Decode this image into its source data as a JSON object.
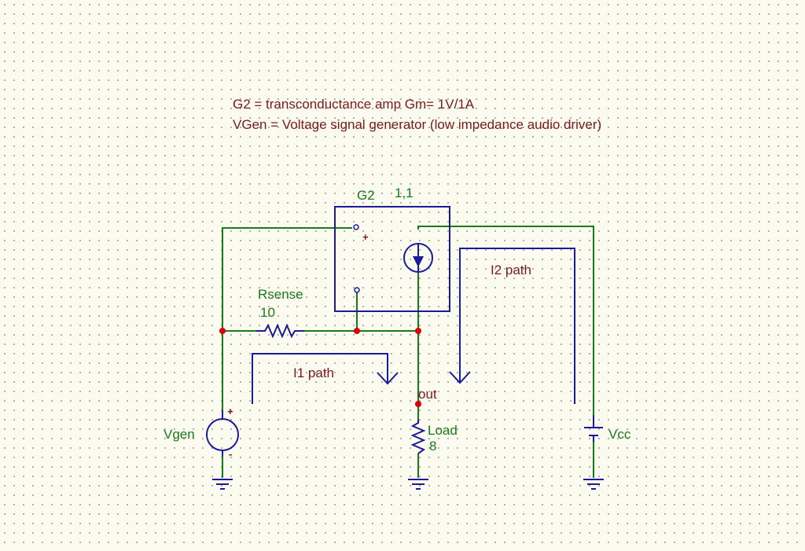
{
  "notes": {
    "line1": "G2 = transconductance amp  Gm= 1V/1A",
    "line2": "VGen = Voltage signal generator (low impedance audio driver)"
  },
  "components": {
    "g2": {
      "name": "G2",
      "value": "1,1",
      "in_plus": "+"
    },
    "rsense": {
      "name": "Rsense",
      "value": "10"
    },
    "load": {
      "name": "Load",
      "value": "8"
    },
    "vgen": {
      "name": "Vgen",
      "plus": "+",
      "minus": "-"
    },
    "vcc": {
      "name": "Vcc"
    }
  },
  "nodes": {
    "out": "out"
  },
  "paths": {
    "i1": "I1 path",
    "i2": "I2 path"
  },
  "colors": {
    "wire": "#1a7a1a",
    "component": "#1a1a9a",
    "node": "#e00000",
    "note": "#7a1a1a"
  }
}
